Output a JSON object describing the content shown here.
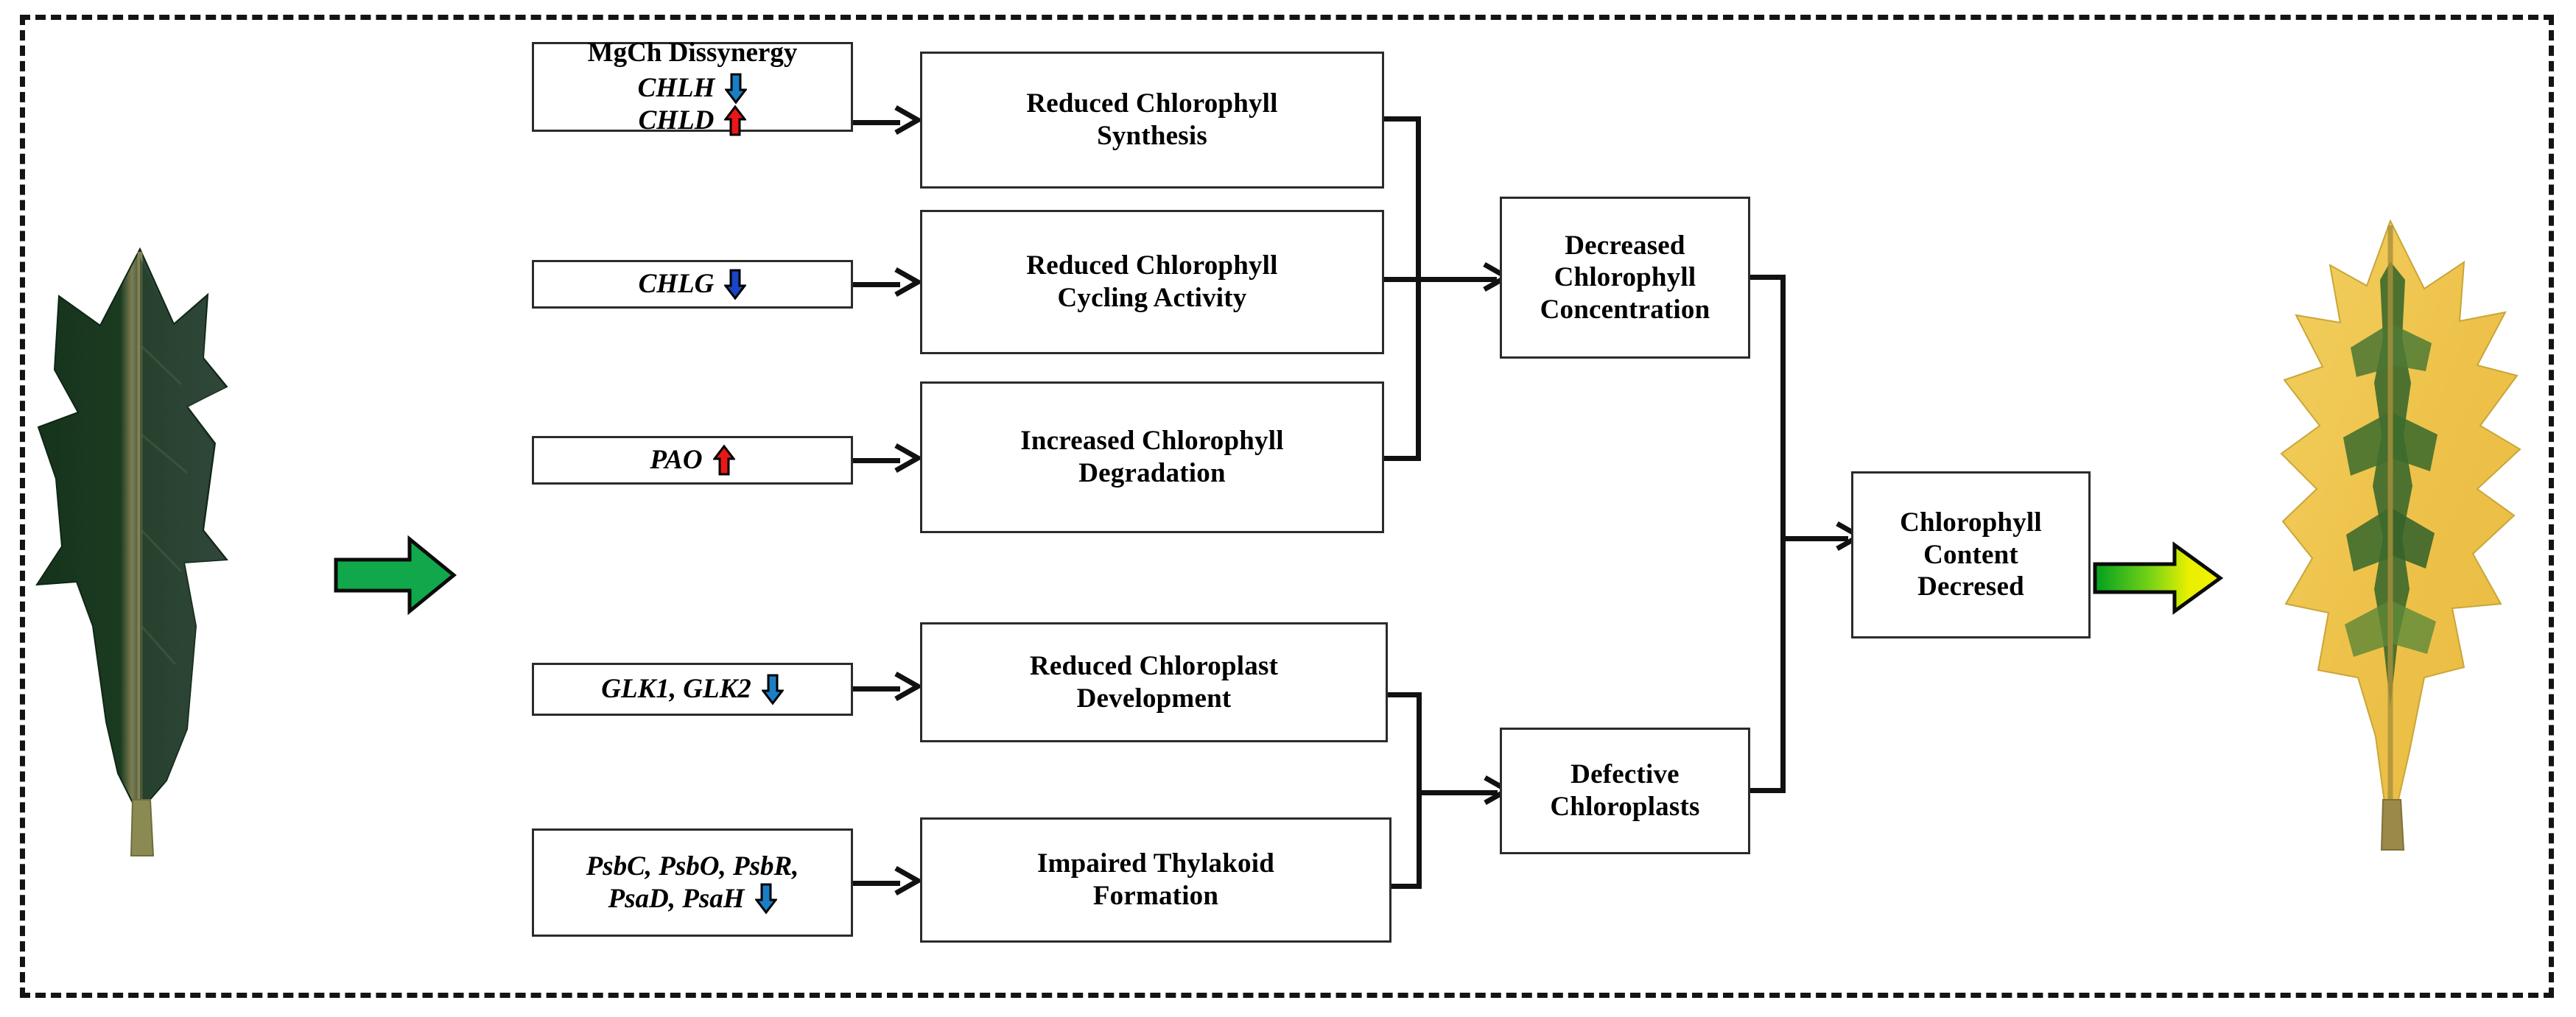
{
  "figure": {
    "type": "flow-diagram",
    "title": "",
    "border_style": "dashed"
  },
  "colors": {
    "down_arrow": "#1a7fc4",
    "up_arrow": "#e81818",
    "green_arrow": "#10a84a",
    "gradient_arrow_start": "#00a020",
    "gradient_arrow_end": "#f0f000",
    "box_border": "#2b2b2b",
    "connector": "#111111",
    "leaf_green_dark": "#16331b",
    "leaf_green_mid": "#2d4a33",
    "leaf_yellow": "#efc64f",
    "leaf_variegated_green": "#4f7a34"
  },
  "leaves": {
    "left": {
      "name": "dark-green-holly-leaf",
      "description": "Dark green holly leaf"
    },
    "right": {
      "name": "variegated-yellow-holly-leaf",
      "description": "Yellow variegated holly leaf with green center"
    }
  },
  "arrows": {
    "transition_left": "green-block-arrow",
    "transition_right": "green-to-yellow-gradient-block-arrow"
  },
  "gene_boxes": [
    {
      "id": "mgch",
      "title": "MgCh Dissynergy",
      "genes": [
        {
          "name": "CHLH",
          "regulation": "down"
        },
        {
          "name": "CHLD",
          "regulation": "up"
        }
      ]
    },
    {
      "id": "chlg",
      "title": "",
      "genes": [
        {
          "name": "CHLG",
          "regulation": "down"
        }
      ]
    },
    {
      "id": "pao",
      "title": "",
      "genes": [
        {
          "name": "PAO",
          "regulation": "up"
        }
      ]
    },
    {
      "id": "glk",
      "title": "",
      "genes": [
        {
          "name": "GLK1, GLK2",
          "regulation": "down"
        }
      ]
    },
    {
      "id": "psb",
      "title": "",
      "genes": [
        {
          "name": "PsbC, PsbO, PsbR,",
          "regulation": "none"
        },
        {
          "name": "PsaD, PsaH",
          "regulation": "down"
        }
      ]
    }
  ],
  "process_boxes": [
    {
      "id": "p1",
      "line1": "Reduced Chlorophyll",
      "line2": "Synthesis"
    },
    {
      "id": "p2",
      "line1": "Reduced Chlorophyll",
      "line2": "Cycling Activity"
    },
    {
      "id": "p3",
      "line1": "Increased Chlorophyll",
      "line2": "Degradation"
    },
    {
      "id": "p4",
      "line1": "Reduced Chloroplast",
      "line2": "Development"
    },
    {
      "id": "p5",
      "line1": "Impaired Thylakoid",
      "line2": "Formation"
    }
  ],
  "aggregate_boxes": [
    {
      "id": "a1",
      "line1": "Decreased",
      "line2": "Chlorophyll",
      "line3": "Concentration"
    },
    {
      "id": "a2",
      "line1": "Defective",
      "line2": "Chloroplasts",
      "line3": ""
    }
  ],
  "outcome_box": {
    "id": "o1",
    "line1": "Chlorophyll",
    "line2": "Content",
    "line3": "Decresed"
  }
}
